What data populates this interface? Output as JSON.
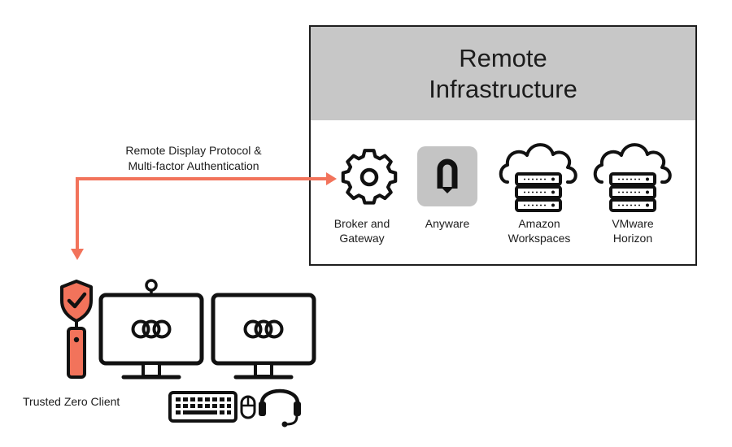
{
  "infrastructure": {
    "title_line1": "Remote",
    "title_line2": "Infrastructure",
    "services": [
      {
        "icon": "gear-icon",
        "line1": "Broker and",
        "line2": "Gateway"
      },
      {
        "icon": "anyware-logo-icon",
        "line1": "Anyware",
        "line2": ""
      },
      {
        "icon": "cloud-server-icon",
        "line1": "Amazon",
        "line2": "Workspaces"
      },
      {
        "icon": "cloud-server-icon",
        "line1": "VMware",
        "line2": "Horizon"
      }
    ]
  },
  "connection": {
    "line1": "Remote Display Protocol &",
    "line2": "Multi-factor Authentication",
    "arrow_color": "#f2735b"
  },
  "client": {
    "label": "Trusted Zero Client",
    "accent_color": "#f2735b",
    "devices": [
      "shield-check-icon",
      "usb-key-icon",
      "webcam-icon",
      "monitor-icon",
      "monitor-icon",
      "keyboard-icon",
      "mouse-icon",
      "headset-icon"
    ]
  }
}
